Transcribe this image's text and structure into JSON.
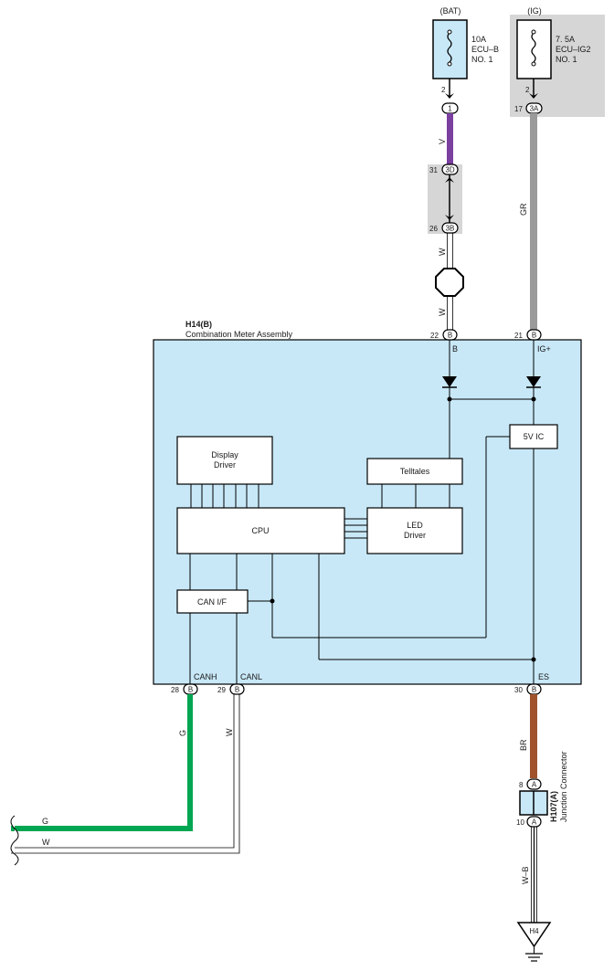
{
  "sources": {
    "bat": {
      "label": "(BAT)",
      "fuse_line1": "10A",
      "fuse_line2": "ECU–B",
      "fuse_line3": "NO. 1",
      "fuse_pin": "2",
      "conn": "1"
    },
    "ig": {
      "label": "(IG)",
      "fuse_line1": "7. 5A",
      "fuse_line2": "ECU–IG2",
      "fuse_line3": "NO. 1",
      "fuse_pin": "2",
      "conn": "3A",
      "conn_pin": "17"
    }
  },
  "junction": {
    "top_pin": "31",
    "top_conn": "3D",
    "bottom_pin": "26",
    "bottom_conn": "3B"
  },
  "wires": {
    "v": "V",
    "w1": "W",
    "w2": "W",
    "gr": "GR",
    "g": "G",
    "w3": "W",
    "br": "BR",
    "wb": "W–B",
    "g_left": "G",
    "w_left": "W"
  },
  "colors": {
    "violet": "#7b3fa0",
    "gray": "#9a9a9a",
    "green": "#00a651",
    "brown": "#a0522d",
    "panel": "#c8e8f7",
    "shade": "#d6d6d6"
  },
  "assembly": {
    "code": "H14(B)",
    "name": "Combination Meter Assembly",
    "pins_top": [
      {
        "num": "22",
        "conn": "B",
        "sig": "B"
      },
      {
        "num": "21",
        "conn": "B",
        "sig": "IG+"
      }
    ],
    "pins_bottom": [
      {
        "num": "28",
        "conn": "B",
        "sig": "CANH"
      },
      {
        "num": "29",
        "conn": "B",
        "sig": "CANL"
      },
      {
        "num": "30",
        "conn": "B",
        "sig": "ES"
      }
    ],
    "blocks": {
      "display": "Display\nDriver",
      "display_l1": "Display",
      "display_l2": "Driver",
      "telltales": "Telltales",
      "cpu": "CPU",
      "led_l1": "LED",
      "led_l2": "Driver",
      "can": "CAN I/F",
      "ic": "5V IC"
    }
  },
  "junction_connector": {
    "code": "H107(A)",
    "name": "Junction Connector",
    "pin_top": "8",
    "pin_top_conn": "A",
    "pin_bottom": "10",
    "pin_bottom_conn": "A"
  },
  "ground": {
    "label": "H4"
  }
}
